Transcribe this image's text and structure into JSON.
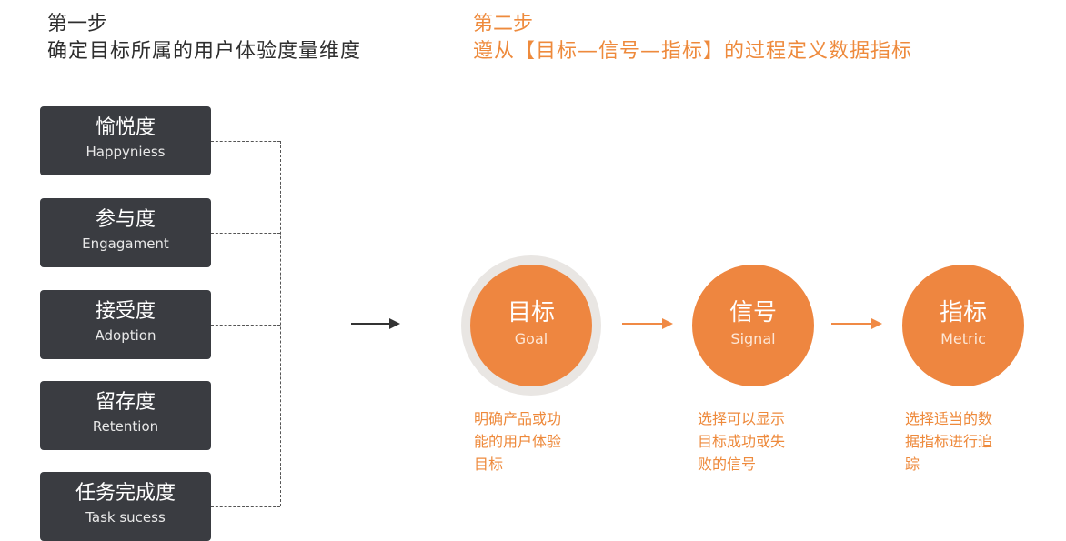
{
  "step1": {
    "label": "第一步",
    "title": "确定目标所属的用户体验度量维度"
  },
  "step2": {
    "label": "第二步",
    "title": "遵从【目标—信号—指标】的过程定义数据指标"
  },
  "dimensions": [
    {
      "cn": "愉悦度",
      "en": "Happyniess"
    },
    {
      "cn": "参与度",
      "en": "Engagament"
    },
    {
      "cn": "接受度",
      "en": "Adoption"
    },
    {
      "cn": "留存度",
      "en": "Retention"
    },
    {
      "cn": "任务完成度",
      "en": "Task sucess"
    }
  ],
  "stages": [
    {
      "cn": "目标",
      "en": "Goal",
      "desc_lines": [
        "明确产品或功",
        "能的用户体验",
        "目标"
      ]
    },
    {
      "cn": "信号",
      "en": "Signal",
      "desc_lines": [
        "选择可以显示",
        "目标成功或失",
        "败的信号"
      ]
    },
    {
      "cn": "指标",
      "en": "Metric",
      "desc_lines": [
        "选择适当的数",
        "据指标进行追",
        "踪"
      ]
    }
  ],
  "colors": {
    "accent": "#ee8640",
    "dark_box": "#3a3c41",
    "heading": "#2e2e2e"
  }
}
